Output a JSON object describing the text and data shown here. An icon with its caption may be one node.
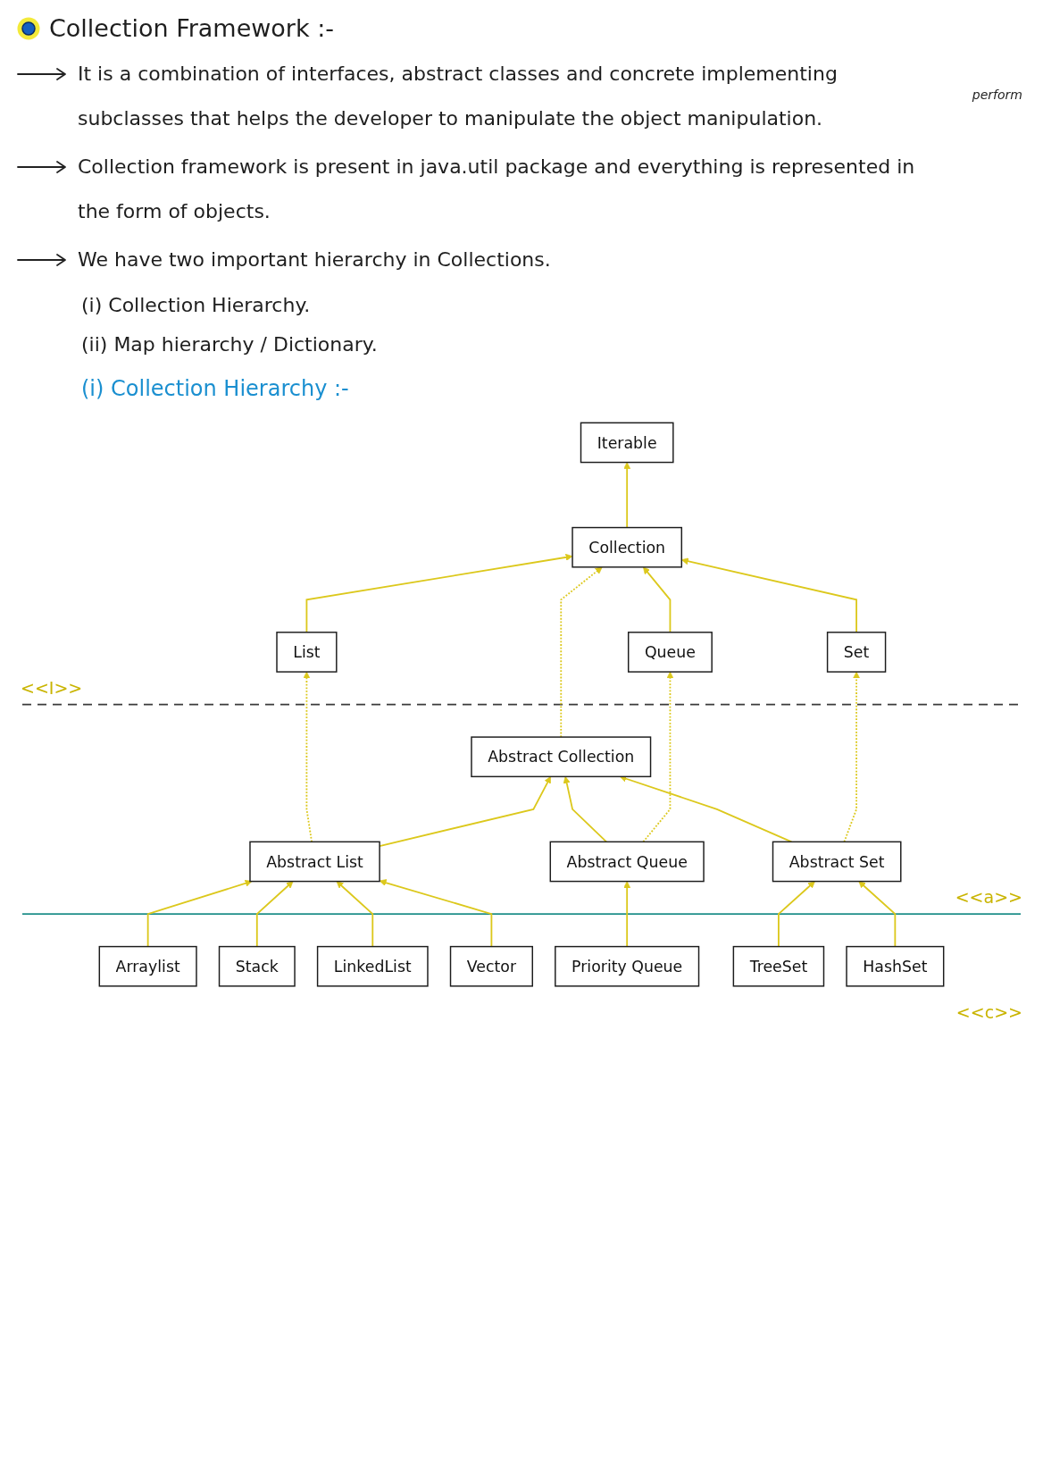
{
  "diagram": {
    "title": "Collection Framework :-",
    "nodes": [
      {
        "text": [
          "Iterable"
        ]
      },
      {
        "text": [
          "Collection"
        ]
      },
      {
        "text": [
          "List"
        ]
      },
      {
        "text": [
          "Queue"
        ]
      },
      {
        "text": [
          "Set"
        ]
      },
      {
        "text": [
          "Abstract Collection"
        ]
      },
      {
        "text": [
          "Abstract List"
        ]
      },
      {
        "text": [
          "Abstract Queue"
        ]
      },
      {
        "text": [
          "Abstract Set"
        ]
      },
      {
        "text": [
          "Arraylist"
        ]
      },
      {
        "text": [
          "LinkedList"
        ]
      },
      {
        "text": [
          "Stack"
        ]
      },
      {
        "text": [
          "Vector"
        ]
      },
      {
        "text": [
          "Priority Queue"
        ]
      },
      {
        "text": [
          "TreeSet"
        ]
      },
      {
        "text": [
          "HashSet"
        ]
      }
    ],
    "edges": [
      {
        "from": 1,
        "to": 0,
        "arrow": "to"
      },
      {
        "from": 2,
        "to": 1,
        "arrow": "to"
      },
      {
        "from": 3,
        "to": 1,
        "arrow": "to"
      },
      {
        "from": 4,
        "to": 1,
        "arrow": "to"
      },
      {
        "from": 5,
        "to": 1,
        "arrow": "to",
        "style": "dashed"
      },
      {
        "from": 6,
        "to": 2,
        "arrow": "to",
        "style": "dashed"
      },
      {
        "from": 6,
        "to": 5,
        "arrow": "to"
      },
      {
        "from": 7,
        "to": 5,
        "arrow": "to"
      },
      {
        "from": 7,
        "to": 3,
        "arrow": "to",
        "style": "dashed"
      },
      {
        "from": 8,
        "to": 5,
        "arrow": "to"
      },
      {
        "from": 8,
        "to": 4,
        "arrow": "to",
        "style": "dashed"
      },
      {
        "from": 9,
        "to": 6,
        "arrow": "to"
      },
      {
        "from": 11,
        "to": 6,
        "arrow": "to"
      },
      {
        "from": 10,
        "to": 6,
        "arrow": "to"
      },
      {
        "from": 12,
        "to": 6,
        "arrow": "to"
      },
      {
        "from": 13,
        "to": 7,
        "arrow": "to"
      },
      {
        "from": 14,
        "to": 8,
        "arrow": "to"
      },
      {
        "from": 15,
        "to": 8,
        "arrow": "to"
      }
    ],
    "labels": [
      "It is a combination of interfaces, abstract classes and concrete implementing subclasses that helps the developer to manipulate the object manipulation.",
      "perform",
      "Collection framework is present in java.util package and everything is represented in the form of objects.",
      "We have two important hierarchy in Collections.",
      "(i) Collection Hierarchy.",
      "(ii) Map hierarchy / Dictionary.",
      "(i) Collection Hierarchy :-",
      "<<I>>",
      "<<a>>",
      "<<c>>"
    ]
  }
}
